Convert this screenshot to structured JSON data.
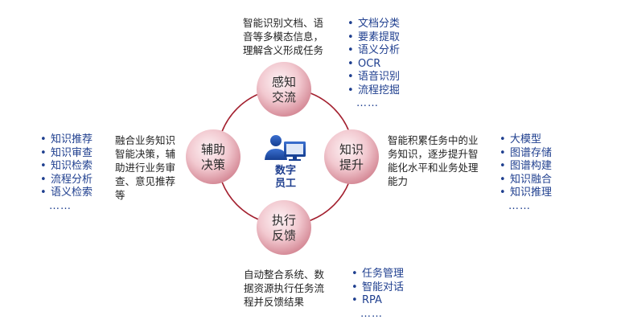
{
  "center": {
    "line1": "数字",
    "line2": "员工"
  },
  "nodes": {
    "top": {
      "line1": "感知",
      "line2": "交流"
    },
    "right": {
      "line1": "知识",
      "line2": "提升"
    },
    "bottom": {
      "line1": "执行",
      "line2": "反馈"
    },
    "left": {
      "line1": "辅助",
      "line2": "决策"
    }
  },
  "descriptions": {
    "top": "智能识别文档、语\n音等多模态信息，\n理解含义形成任务",
    "right": "智能积累任务中的业\n务知识，逐步提升智\n能化水平和业务处理\n能力",
    "bottom": "自动整合系统、数\n据资源执行任务流\n程并反馈结果",
    "left": "融合业务知识\n智能决策，辅\n助进行业务审\n查、意见推荐\n等"
  },
  "lists": {
    "top": [
      "文档分类",
      "要素提取",
      "语义分析",
      "OCR",
      "语音识别",
      "流程挖掘"
    ],
    "right": [
      "大模型",
      "图谱存储",
      "图谱构建",
      "知识融合",
      "知识推理"
    ],
    "bottom": [
      "任务管理",
      "智能对话",
      "RPA"
    ],
    "left": [
      "知识推荐",
      "知识审查",
      "知识检索",
      "流程分析",
      "语义检索"
    ]
  },
  "ellipsis": "……",
  "colors": {
    "ring": "#a3202f",
    "bubble_light": "#fbe9ec",
    "bubble_dark": "#d98f9b",
    "icon_blue": "#1f4fa8",
    "list_text": "#1f3f8f"
  }
}
